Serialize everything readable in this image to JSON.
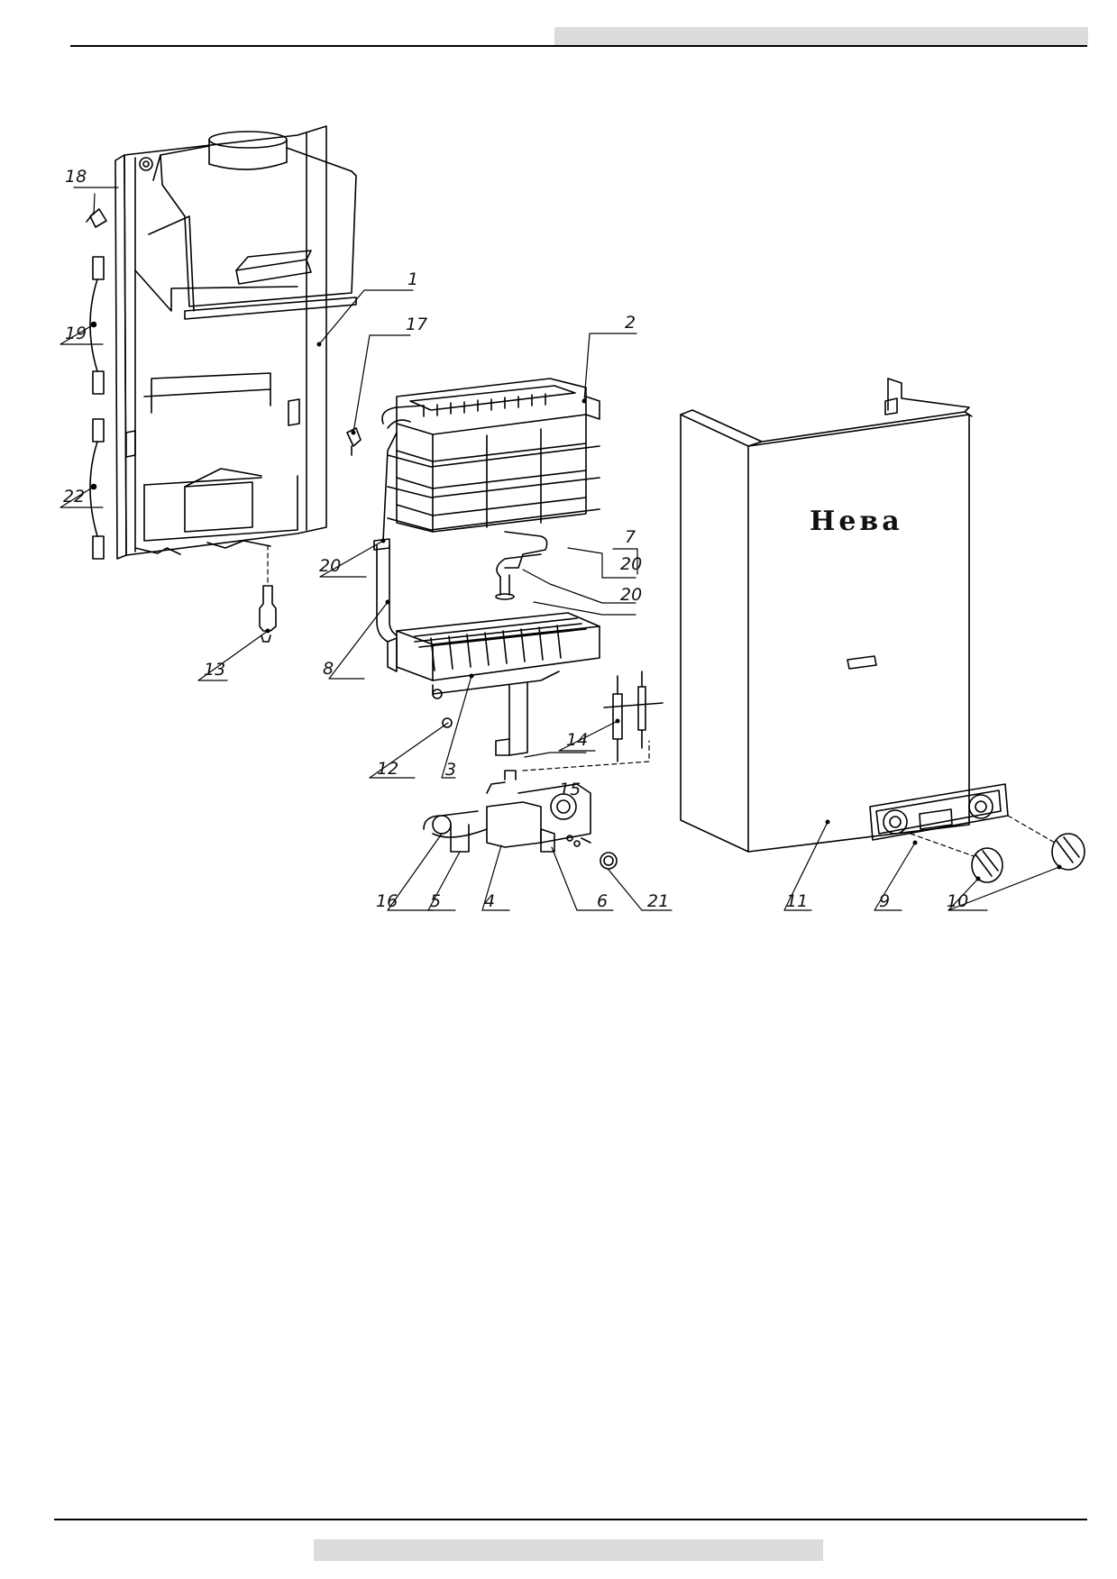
{
  "brand_text": "Нева",
  "colors": {
    "line": "#000000",
    "bar": "#dcdcdc",
    "paper": "#ffffff"
  },
  "callouts": [
    "1",
    "2",
    "3",
    "4",
    "5",
    "6",
    "7",
    "8",
    "9",
    "10",
    "11",
    "12",
    "13",
    "14",
    "15",
    "16",
    "17",
    "18",
    "19",
    "20",
    "21",
    "22",
    "20",
    "20"
  ]
}
